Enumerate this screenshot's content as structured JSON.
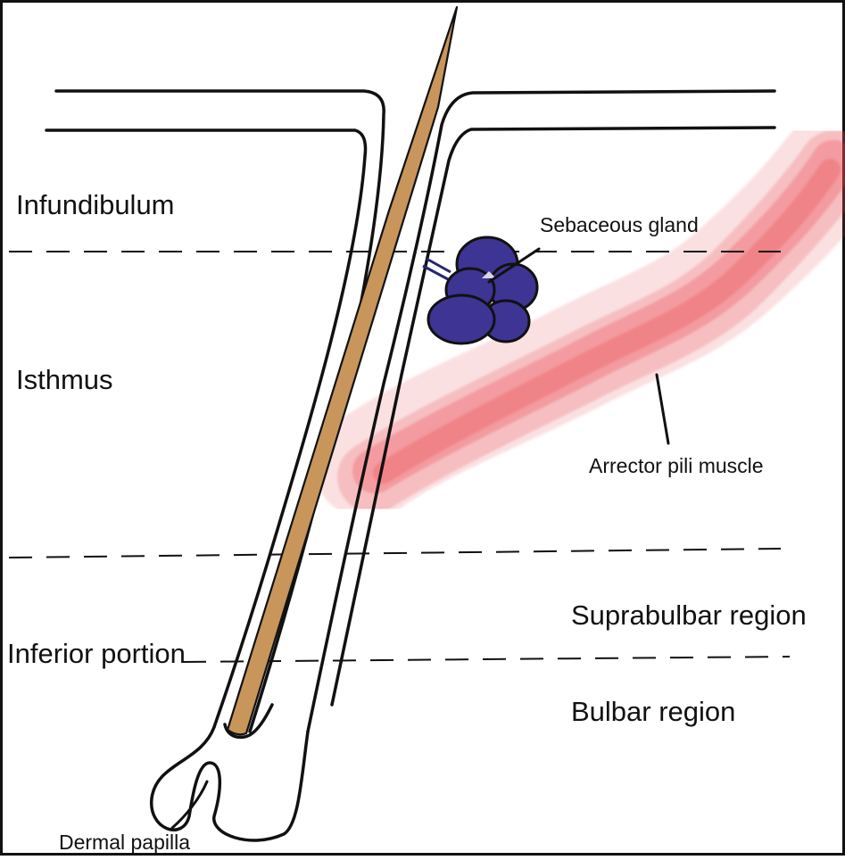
{
  "labels": {
    "infundibulum": "Infundibulum",
    "isthmus": "Isthmus",
    "inferior_portion": "Inferior portion",
    "suprabulbar_region": "Suprabulbar region",
    "bulbar_region": "Bulbar region",
    "sebaceous_gland": "Sebaceous gland",
    "arrector_pili_muscle": "Arrector pili muscle",
    "dermal_papilla": "Dermal papilla"
  },
  "colors": {
    "outline": "#111111",
    "hair_shaft": "#c8955b",
    "gland": "#3d3494",
    "muscle": "#e8454d",
    "background": "#ffffff"
  }
}
